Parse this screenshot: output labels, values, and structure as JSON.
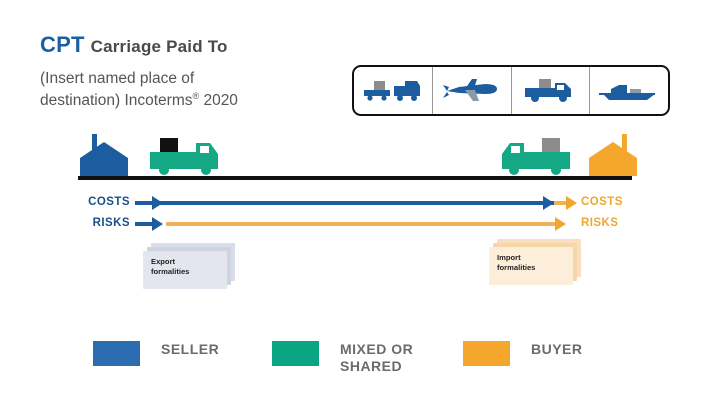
{
  "header": {
    "code": "CPT",
    "code_name": "Carriage Paid To",
    "subtitle_line1": "(Insert named place of",
    "subtitle_line2": "destination) Incoterms",
    "registered_mark": "®",
    "subtitle_year": " 2020",
    "code_color": "#1d5fa4"
  },
  "transport_modes": [
    {
      "name": "rail-icon",
      "label": "Rail"
    },
    {
      "name": "air-icon",
      "label": "Air"
    },
    {
      "name": "truck-icon",
      "label": "Road"
    },
    {
      "name": "sea-icon",
      "label": "Sea"
    }
  ],
  "scene": {
    "origin": {
      "name": "seller-factory",
      "color": "#1b5d9e"
    },
    "origin_vehicle": {
      "name": "green-truck-loaded",
      "color": "#14a884",
      "cargo_color": "#111111"
    },
    "destination_vehicle": {
      "name": "green-truck-arriving",
      "color": "#14a884",
      "cargo_color": "#8c8c8c"
    },
    "destination": {
      "name": "buyer-warehouse",
      "color": "#f4a72c"
    },
    "ground_color": "#111111"
  },
  "flows": [
    {
      "id": "costs",
      "label_left": "COSTS",
      "label_right": "COSTS",
      "seller_portion_pct": 82,
      "buyer_portion_pct": 18,
      "transfer_point": "at destination place"
    },
    {
      "id": "risks",
      "label_left": "RISKS",
      "label_right": "RISKS",
      "seller_portion_pct": 7,
      "buyer_portion_pct": 93,
      "transfer_point": "on delivery to first carrier"
    }
  ],
  "formalities": {
    "export": {
      "line1": "Export",
      "line2": "formalities",
      "color": "#d9dde9"
    },
    "import": {
      "line1": "Import",
      "line2": "formalities",
      "color": "#fadfbd"
    }
  },
  "legend": [
    {
      "label": "SELLER",
      "color": "#2c6cb0"
    },
    {
      "label": "MIXED OR SHARED",
      "color": "#0aa583"
    },
    {
      "label": "BUYER",
      "color": "#f4a72c"
    }
  ],
  "colors": {
    "blue": "#1b5d9e",
    "navy_text": "#1b4f8a",
    "orange": "#f4a72c",
    "orange_line": "#efa72e",
    "teal": "#14a884",
    "grey_text": "#6b6b6b"
  }
}
